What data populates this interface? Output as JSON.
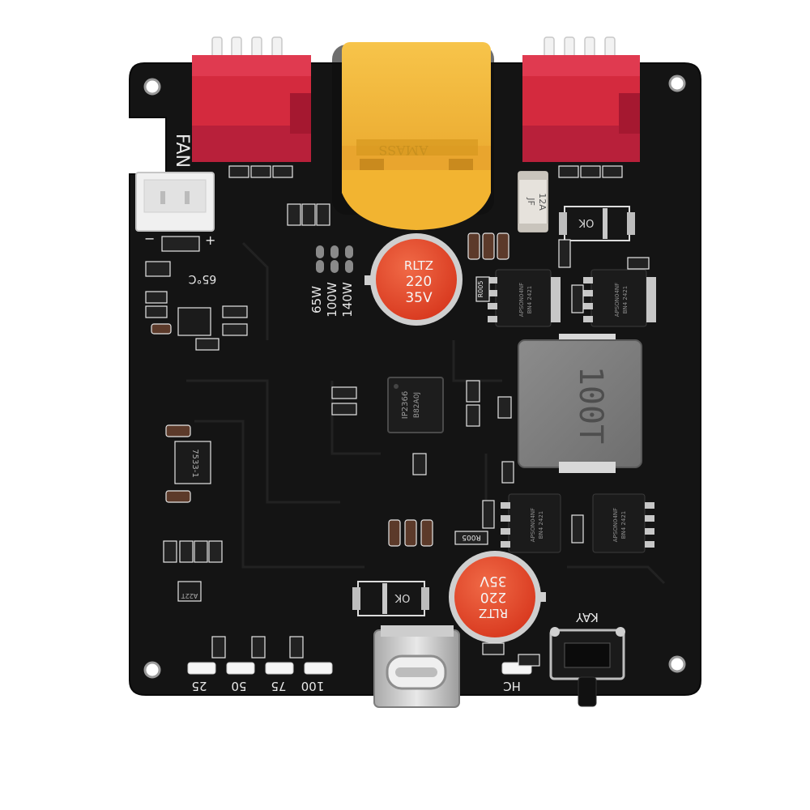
{
  "board": {
    "fan_label": "FAN",
    "power_labels": [
      "65W",
      "100W",
      "140W"
    ],
    "temp_label": "65°C",
    "capacitor_1": {
      "brand": "RLTZ",
      "value": "220",
      "voltage": "35V"
    },
    "capacitor_2": {
      "brand": "RLTZ",
      "value": "220",
      "voltage": "35V"
    },
    "fuse": {
      "brand": "JF",
      "rating": "12A"
    },
    "controller_chip": {
      "line1": "IP2366",
      "line2": "B82A0J"
    },
    "inductor_marking": "100T",
    "mosfet_marking": {
      "line1": "APSON04NF",
      "line2": "BN4 2421"
    },
    "regulator_marking": "7533-1",
    "small_chip_marking": "A22T",
    "sense_resistor_marking": "R005",
    "led_labels": [
      "25",
      "50",
      "75",
      "100"
    ],
    "key_label": "KAY",
    "hc_label": "HC",
    "xt_connector_text": "AMASS",
    "diode_text": "OK",
    "colors": {
      "pcb": "#141414",
      "connector_red": "#d42a3e",
      "xt_yellow": "#f2b431",
      "capacitor_red": "#e8452c",
      "silkscreen": "#e8e8e8"
    }
  }
}
